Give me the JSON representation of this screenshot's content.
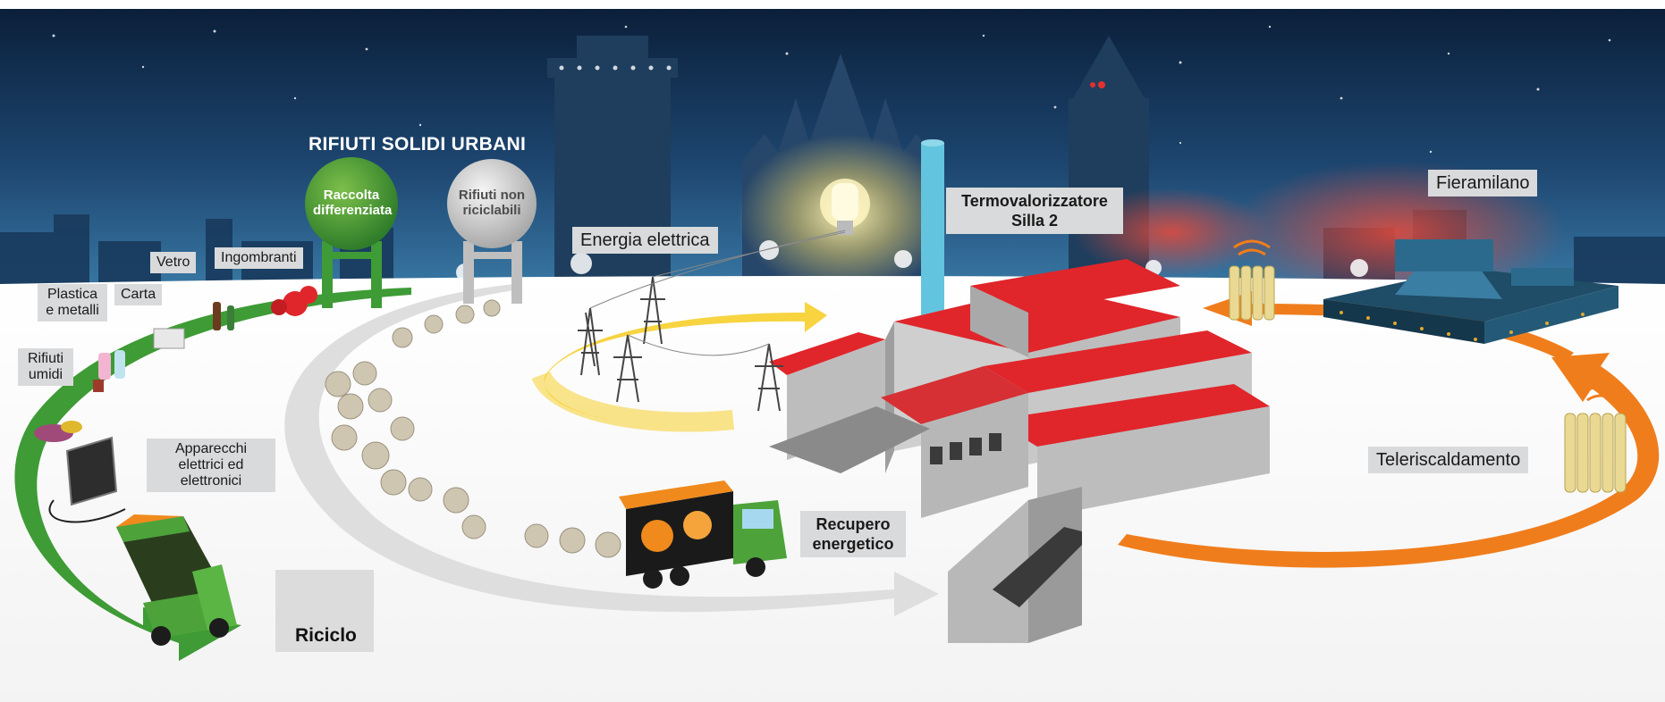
{
  "diagram": {
    "main_title": "RIFIUTI SOLIDI URBANI",
    "circles": {
      "raccolta": "Raccolta differenziata",
      "non_riciclabili": "Rifiuti non riciclabili"
    },
    "labels": {
      "rifiuti_umidi": "Rifiuti umidi",
      "plastica": "Plastica e metalli",
      "carta": "Carta",
      "vetro": "Vetro",
      "ingombranti": "Ingombranti",
      "apparecchi": "Apparecchi elettrici ed elettronici",
      "riciclo": "Riciclo",
      "energia": "Energia elettrica",
      "recupero": "Recupero energetico",
      "termovalorizzatore": "Termovalorizzatore Silla 2",
      "fieramilano": "Fieramilano",
      "teleriscaldamento": "Teleriscaldamento"
    },
    "colors": {
      "sky_top": "#0b1f3a",
      "sky_bottom": "#2f6a95",
      "green_arrow": "#3e9b35",
      "grey_arrow": "#dedede",
      "yellow_arrow": "#f6cf2b",
      "orange_arrow": "#f07d1c",
      "plant_red": "#e0262b",
      "plant_grey": "#bdbdbd",
      "truck_green": "#4da33a",
      "truck_orange": "#f08a1c"
    }
  }
}
